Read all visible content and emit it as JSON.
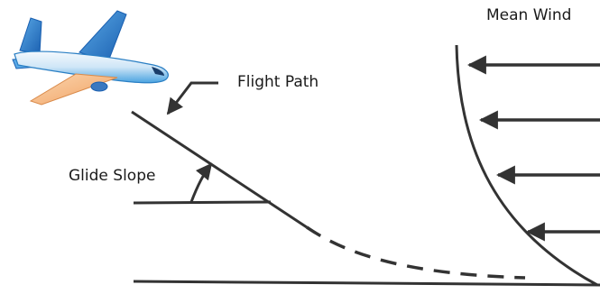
{
  "labels": {
    "mean_wind": "Mean Wind",
    "flight_path": "Flight Path",
    "glide_slope": "Glide Slope"
  },
  "colors": {
    "line": "#333333",
    "fuselage_light": "#eaf3fb",
    "fuselage_blue": "#4aa3e0",
    "wing_blue": "#1a5fb0",
    "engine_orange": "#f3b07a"
  },
  "icons": {
    "aircraft": "airplane-icon"
  }
}
